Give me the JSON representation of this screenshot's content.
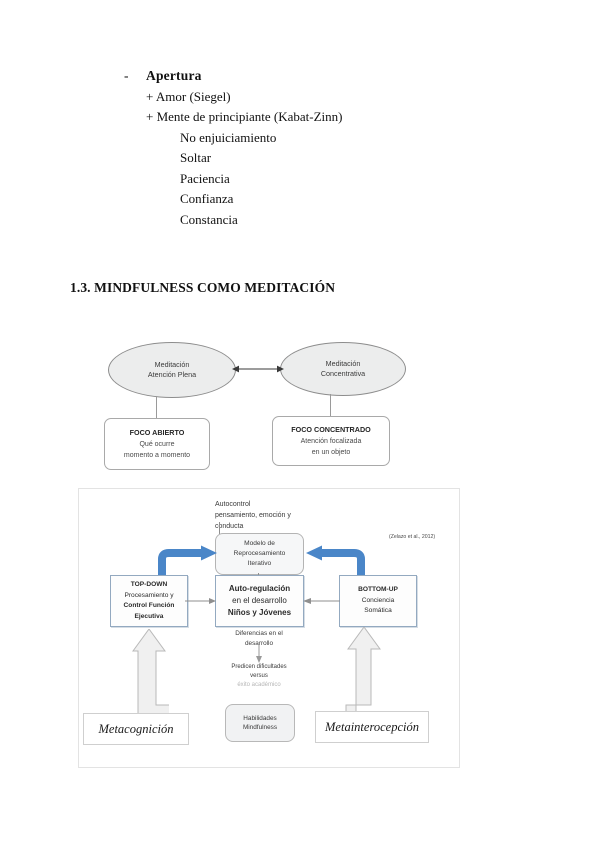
{
  "outline": {
    "bullet": "-",
    "title": "Apertura",
    "sub_items": [
      "+ Amor (Siegel)",
      "+ Mente de principiante (Kabat-Zinn)"
    ],
    "leaf_items": [
      "No enjuiciamiento",
      "Soltar",
      "Paciencia",
      "Confianza",
      "Constancia"
    ]
  },
  "heading": "1.3. MINDFULNESS COMO MEDITACIÓN",
  "diagram1": {
    "ellipse_left": [
      "Meditación",
      "Atención Plena"
    ],
    "ellipse_right": [
      "Meditación",
      "Concentrativa"
    ],
    "box_left": {
      "title": "FOCO ABIERTO",
      "lines": [
        "Qué ocurre",
        "momento a momento"
      ]
    },
    "box_right": {
      "title": "FOCO CONCENTRADO",
      "lines": [
        "Atención focalizada",
        "en un objeto"
      ]
    }
  },
  "diagram2": {
    "annotation_top": [
      "Autocontrol",
      "pensamiento, emoción y",
      "conducta"
    ],
    "citation": "(Zelazo et al., 2012)",
    "model_box": [
      "Modelo de",
      "Reprocesamiento",
      "Iterativo"
    ],
    "top_down": {
      "title": "TOP-DOWN",
      "lines": [
        "Procesamiento y",
        "Control Función",
        "Ejecutiva"
      ]
    },
    "center": {
      "line1": "Auto-regulación",
      "line2": "en el desarrollo",
      "line3": "Niños y Jóvenes"
    },
    "bottom_up": {
      "title": "BOTTOM-UP",
      "lines": [
        "Conciencia",
        "Somática"
      ]
    },
    "diff_note": [
      "Diferencias en el",
      "desarrollo"
    ],
    "predict_note": [
      "Predicen dificultades",
      "versus",
      "éxito académico"
    ],
    "skills_box": [
      "Habilidades",
      "Mindfulness"
    ],
    "label_left": "Metacognición",
    "label_right": "Metainterocepción"
  },
  "colors": {
    "arrow_blue": "#4a86c8",
    "box_border": "#93a9c0",
    "ellipse_fill": "#eceded"
  }
}
